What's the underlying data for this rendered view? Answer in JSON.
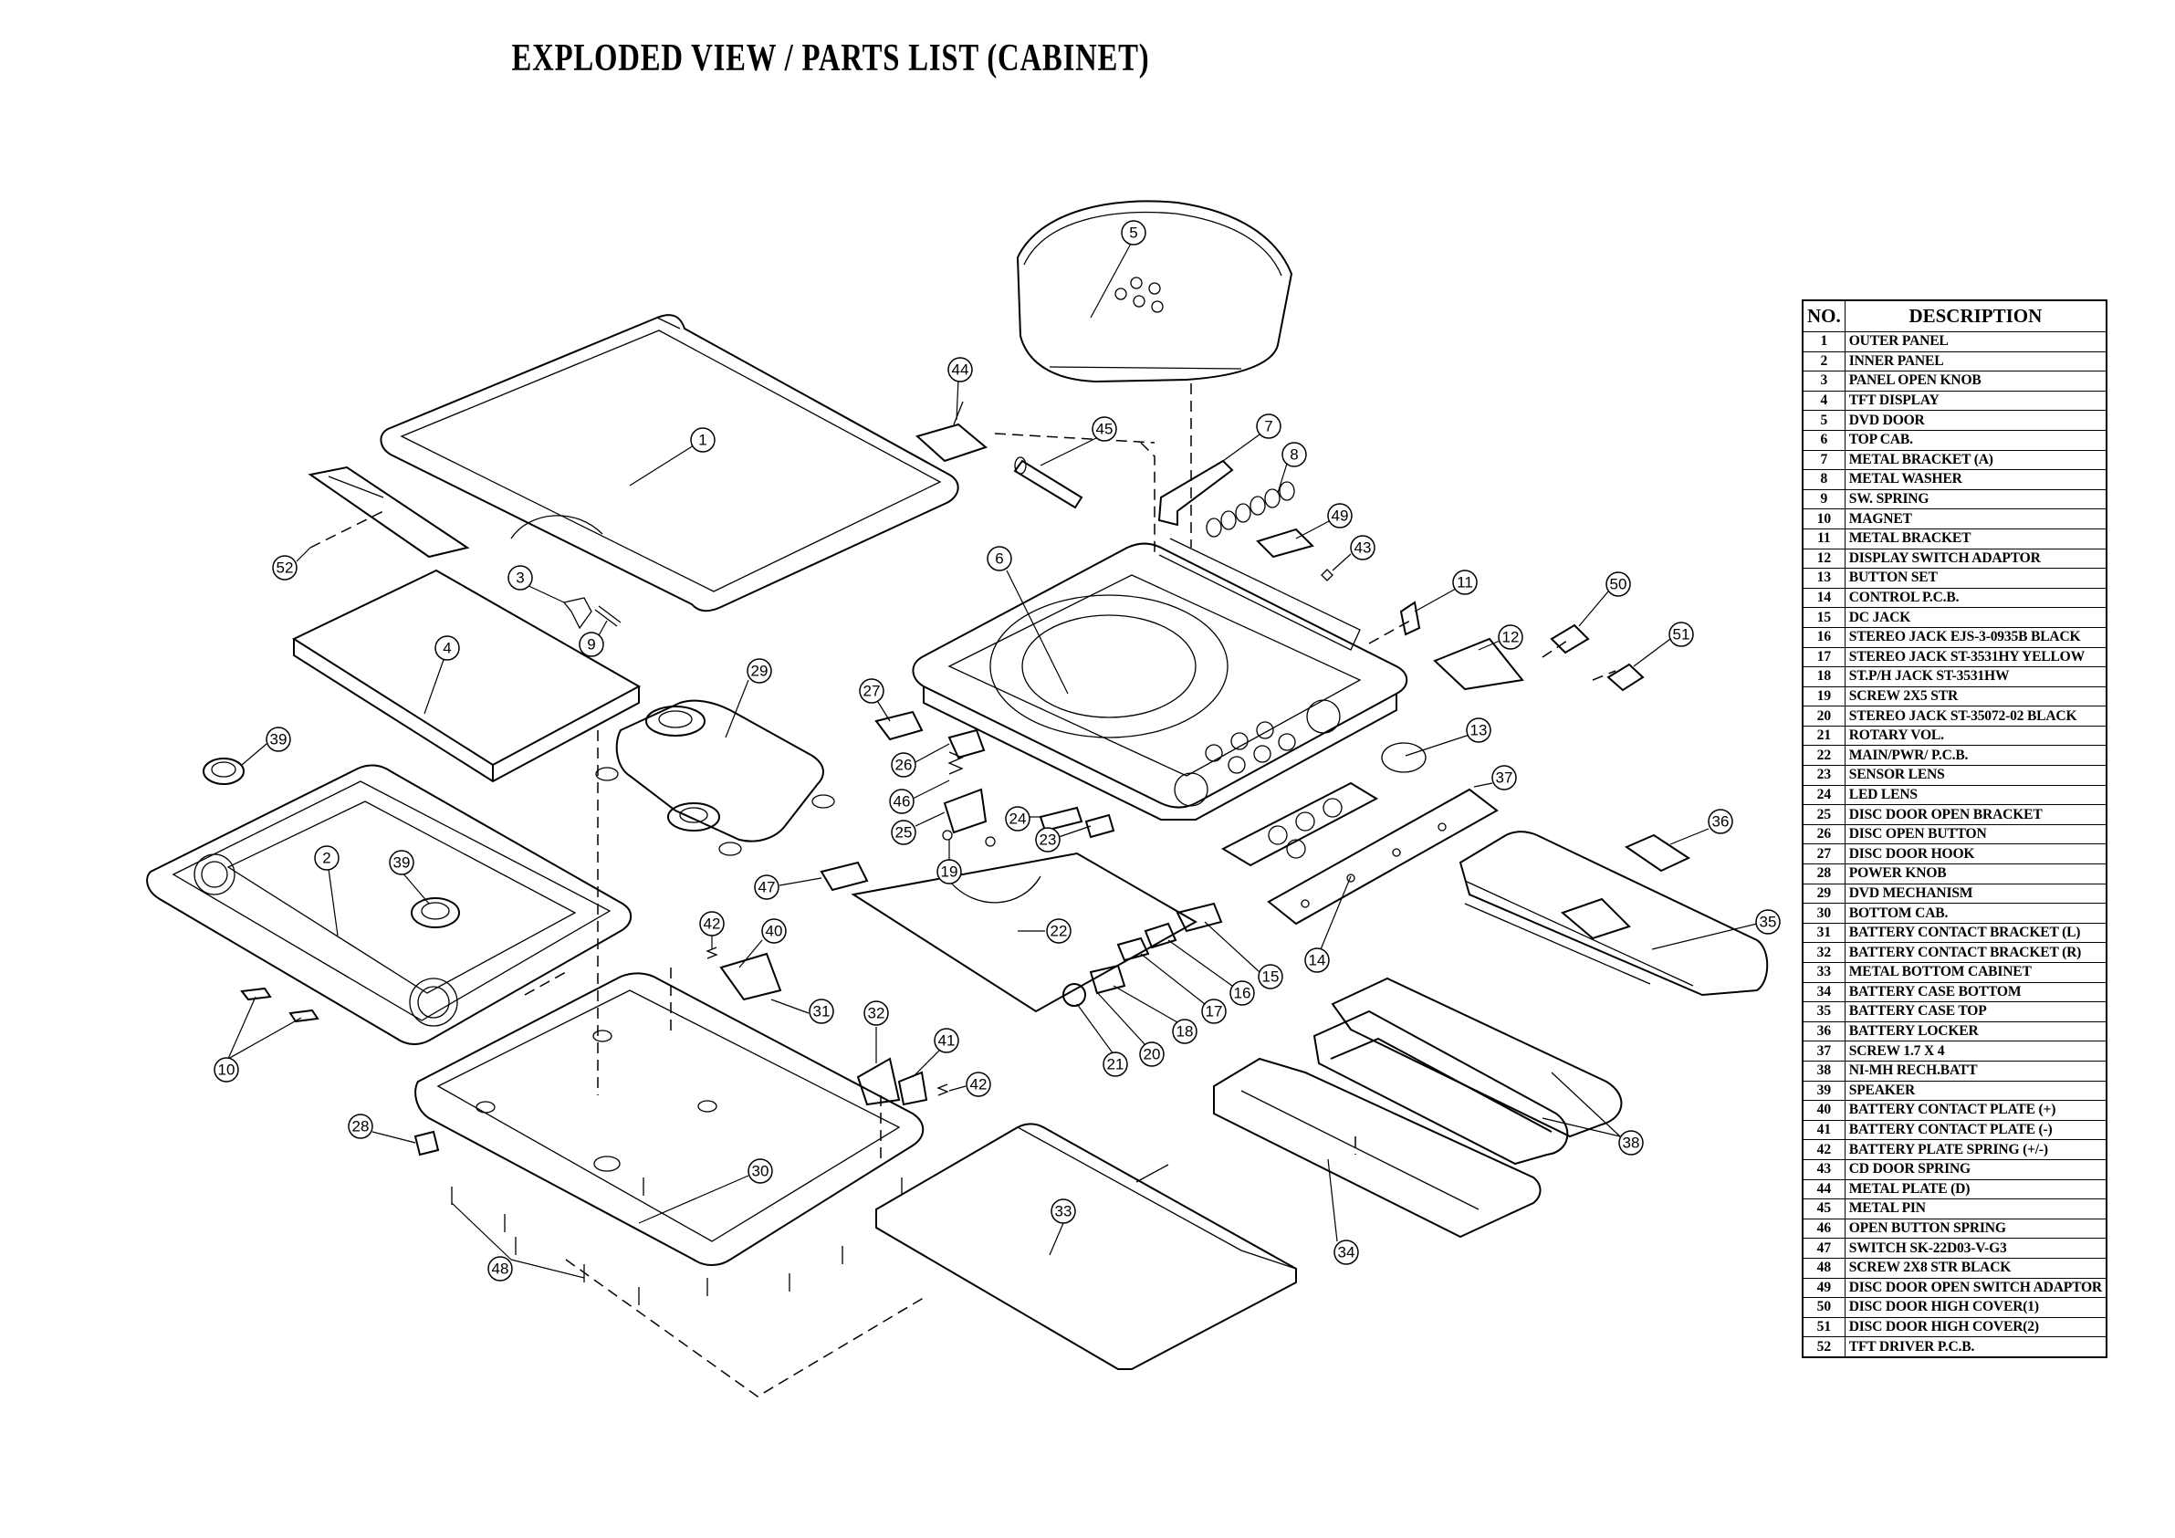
{
  "title": "EXPLODED VIEW / PARTS LIST (CABINET)",
  "table": {
    "header_no": "NO.",
    "header_desc": "DESCRIPTION",
    "rows": [
      {
        "no": "1",
        "desc": "OUTER PANEL"
      },
      {
        "no": "2",
        "desc": "INNER PANEL"
      },
      {
        "no": "3",
        "desc": "PANEL OPEN KNOB"
      },
      {
        "no": "4",
        "desc": "TFT DISPLAY"
      },
      {
        "no": "5",
        "desc": "DVD DOOR"
      },
      {
        "no": "6",
        "desc": "TOP CAB."
      },
      {
        "no": "7",
        "desc": "METAL BRACKET (A)"
      },
      {
        "no": "8",
        "desc": "METAL WASHER"
      },
      {
        "no": "9",
        "desc": "SW. SPRING"
      },
      {
        "no": "10",
        "desc": "MAGNET"
      },
      {
        "no": "11",
        "desc": "METAL BRACKET"
      },
      {
        "no": "12",
        "desc": "DISPLAY SWITCH ADAPTOR"
      },
      {
        "no": "13",
        "desc": "BUTTON SET"
      },
      {
        "no": "14",
        "desc": "CONTROL P.C.B."
      },
      {
        "no": "15",
        "desc": "DC JACK"
      },
      {
        "no": "16",
        "desc": "STEREO JACK EJS-3-0935B BLACK"
      },
      {
        "no": "17",
        "desc": "STEREO JACK ST-3531HY YELLOW"
      },
      {
        "no": "18",
        "desc": "ST.P/H JACK ST-3531HW"
      },
      {
        "no": "19",
        "desc": "SCREW 2X5 STR"
      },
      {
        "no": "20",
        "desc": "STEREO JACK ST-35072-02 BLACK"
      },
      {
        "no": "21",
        "desc": "ROTARY VOL."
      },
      {
        "no": "22",
        "desc": "MAIN/PWR/ P.C.B."
      },
      {
        "no": "23",
        "desc": "SENSOR LENS"
      },
      {
        "no": "24",
        "desc": "LED LENS"
      },
      {
        "no": "25",
        "desc": "DISC DOOR OPEN BRACKET"
      },
      {
        "no": "26",
        "desc": "DISC OPEN BUTTON"
      },
      {
        "no": "27",
        "desc": "DISC DOOR HOOK"
      },
      {
        "no": "28",
        "desc": "POWER KNOB"
      },
      {
        "no": "29",
        "desc": "DVD MECHANISM"
      },
      {
        "no": "30",
        "desc": "BOTTOM CAB."
      },
      {
        "no": "31",
        "desc": "BATTERY CONTACT BRACKET (L)"
      },
      {
        "no": "32",
        "desc": "BATTERY CONTACT BRACKET (R)"
      },
      {
        "no": "33",
        "desc": "METAL BOTTOM CABINET"
      },
      {
        "no": "34",
        "desc": "BATTERY CASE BOTTOM"
      },
      {
        "no": "35",
        "desc": "BATTERY CASE TOP"
      },
      {
        "no": "36",
        "desc": "BATTERY LOCKER"
      },
      {
        "no": "37",
        "desc": "SCREW 1.7 X 4"
      },
      {
        "no": "38",
        "desc": "NI-MH RECH.BATT"
      },
      {
        "no": "39",
        "desc": "SPEAKER"
      },
      {
        "no": "40",
        "desc": "BATTERY CONTACT PLATE (+)"
      },
      {
        "no": "41",
        "desc": "BATTERY CONTACT PLATE (-)"
      },
      {
        "no": "42",
        "desc": "BATTERY PLATE SPRING (+/-)"
      },
      {
        "no": "43",
        "desc": "CD DOOR SPRING"
      },
      {
        "no": "44",
        "desc": "METAL PLATE (D)"
      },
      {
        "no": "45",
        "desc": "METAL PIN"
      },
      {
        "no": "46",
        "desc": "OPEN BUTTON SPRING"
      },
      {
        "no": "47",
        "desc": "SWITCH SK-22D03-V-G3"
      },
      {
        "no": "48",
        "desc": "SCREW 2X8 STR BLACK"
      },
      {
        "no": "49",
        "desc": "DISC DOOR OPEN SWITCH ADAPTOR"
      },
      {
        "no": "50",
        "desc": "DISC DOOR HIGH COVER(1)"
      },
      {
        "no": "51",
        "desc": "DISC DOOR HIGH COVER(2)"
      },
      {
        "no": "52",
        "desc": "TFT DRIVER P.C.B."
      }
    ]
  },
  "callouts": [
    "1",
    "2",
    "3",
    "4",
    "5",
    "6",
    "7",
    "8",
    "9",
    "10",
    "11",
    "12",
    "13",
    "14",
    "15",
    "16",
    "17",
    "18",
    "19",
    "20",
    "21",
    "22",
    "23",
    "24",
    "25",
    "26",
    "27",
    "28",
    "29",
    "30",
    "31",
    "32",
    "33",
    "34",
    "35",
    "36",
    "37",
    "38",
    "39",
    "39",
    "40",
    "41",
    "42",
    "42",
    "43",
    "44",
    "45",
    "46",
    "47",
    "48",
    "49",
    "50",
    "51",
    "52"
  ]
}
